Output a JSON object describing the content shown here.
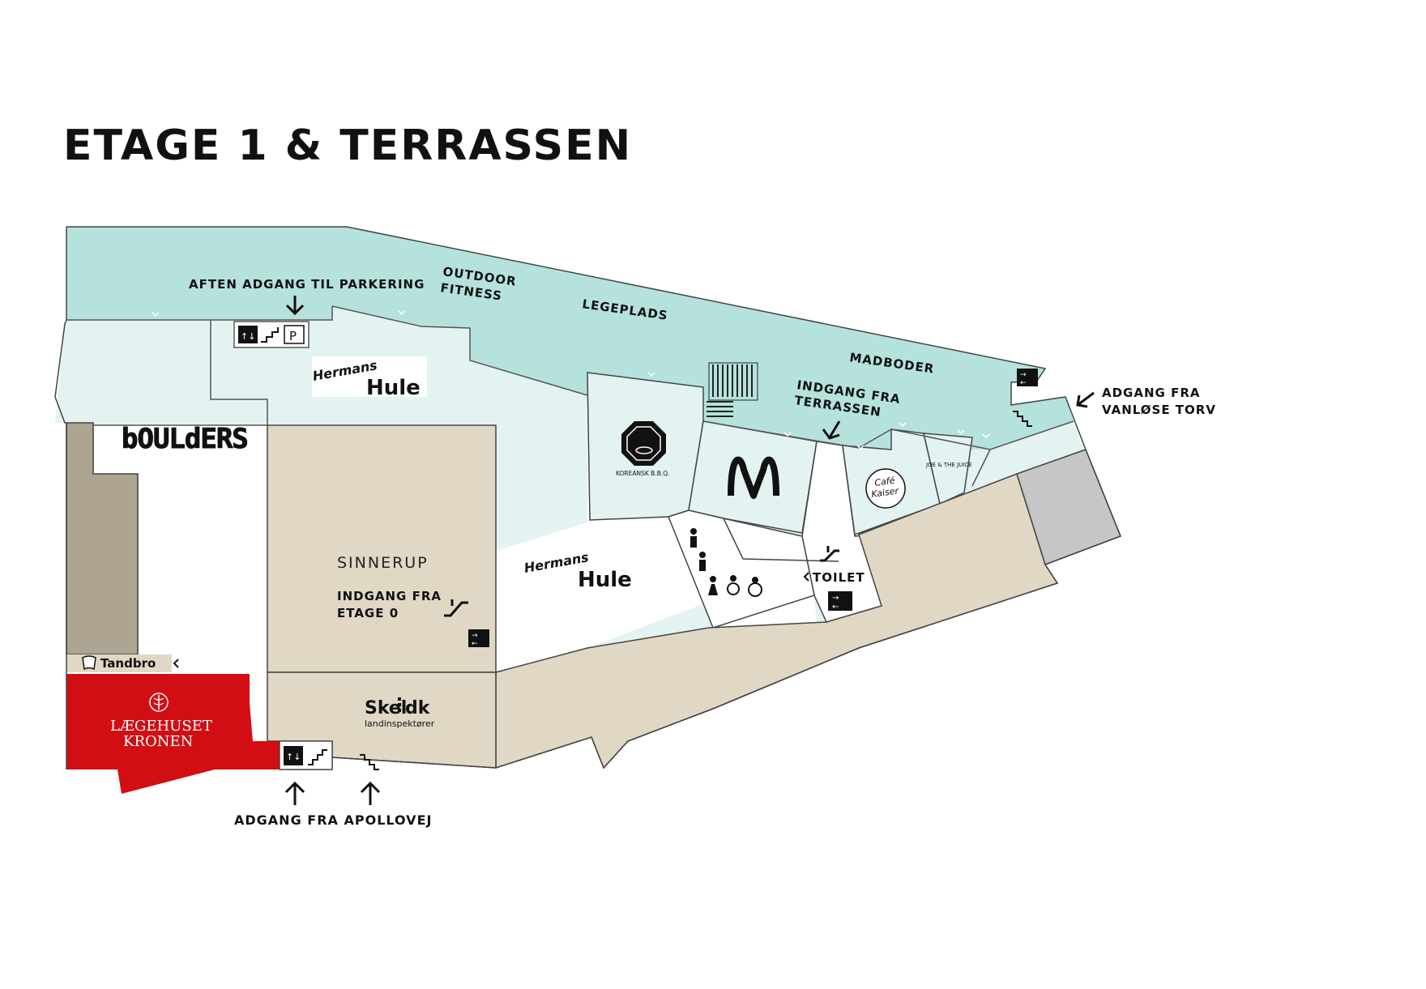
{
  "title": "ETAGE 1 & TERRASSEN",
  "labels": {
    "aften_parkering": "AFTEN ADGANG TIL PARKERING",
    "outdoor_line1": "OUTDOOR",
    "outdoor_line2": "FITNESS",
    "legeplads": "LEGEPLADS",
    "madboder": "MADBODER",
    "indgang_terrassen_1": "INDGANG FRA",
    "indgang_terrassen_2": "TERRASSEN",
    "vanlose_1": "ADGANG FRA",
    "vanlose_2": "VANLØSE TORV",
    "indgang_etage0_1": "INDGANG FRA",
    "indgang_etage0_2": "ETAGE 0",
    "toilet": "TOILET",
    "apollovej": "ADGANG FRA APOLLOVEJ",
    "parking_p": "P"
  },
  "stores": {
    "boulders": "bOULdERS",
    "hermans_1_a": "Hermans",
    "hermans_1_b": "Hule",
    "hermans_2_a": "Hermans",
    "hermans_2_b": "Hule",
    "sinnerup": "SINNERUP",
    "koreansk": "KOREANSK B.B.Q.",
    "mcdonalds": "M",
    "cafe_1": "Café",
    "cafe_2": "Kaiser",
    "joe": "JOE & THE JUICE",
    "tandbro": "Tandbro",
    "laegehuset_1": "LÆGEHUSET",
    "laegehuset_2": "KRONEN",
    "skel_a": "Skel",
    "skel_b": "dk",
    "skel_sub": "landinspektører"
  },
  "colors": {
    "terrace": "#b5e2dc",
    "corridor": "#e3f3f2",
    "store_beige": "#e0d8c5",
    "store_taupe": "#ada491",
    "store_grey": "#c6c6c6",
    "clinic_red": "#d20e14",
    "mcd_yellow": "#111111"
  },
  "icons": [
    "elevator-icon",
    "stairs-icon",
    "parking-icon",
    "escalator-icon",
    "exit-icon",
    "toilet-icon",
    "wheelchair-icon",
    "baby-change-icon",
    "arrow-down-icon",
    "arrow-up-icon",
    "arrow-left-icon",
    "caret-left-icon"
  ]
}
